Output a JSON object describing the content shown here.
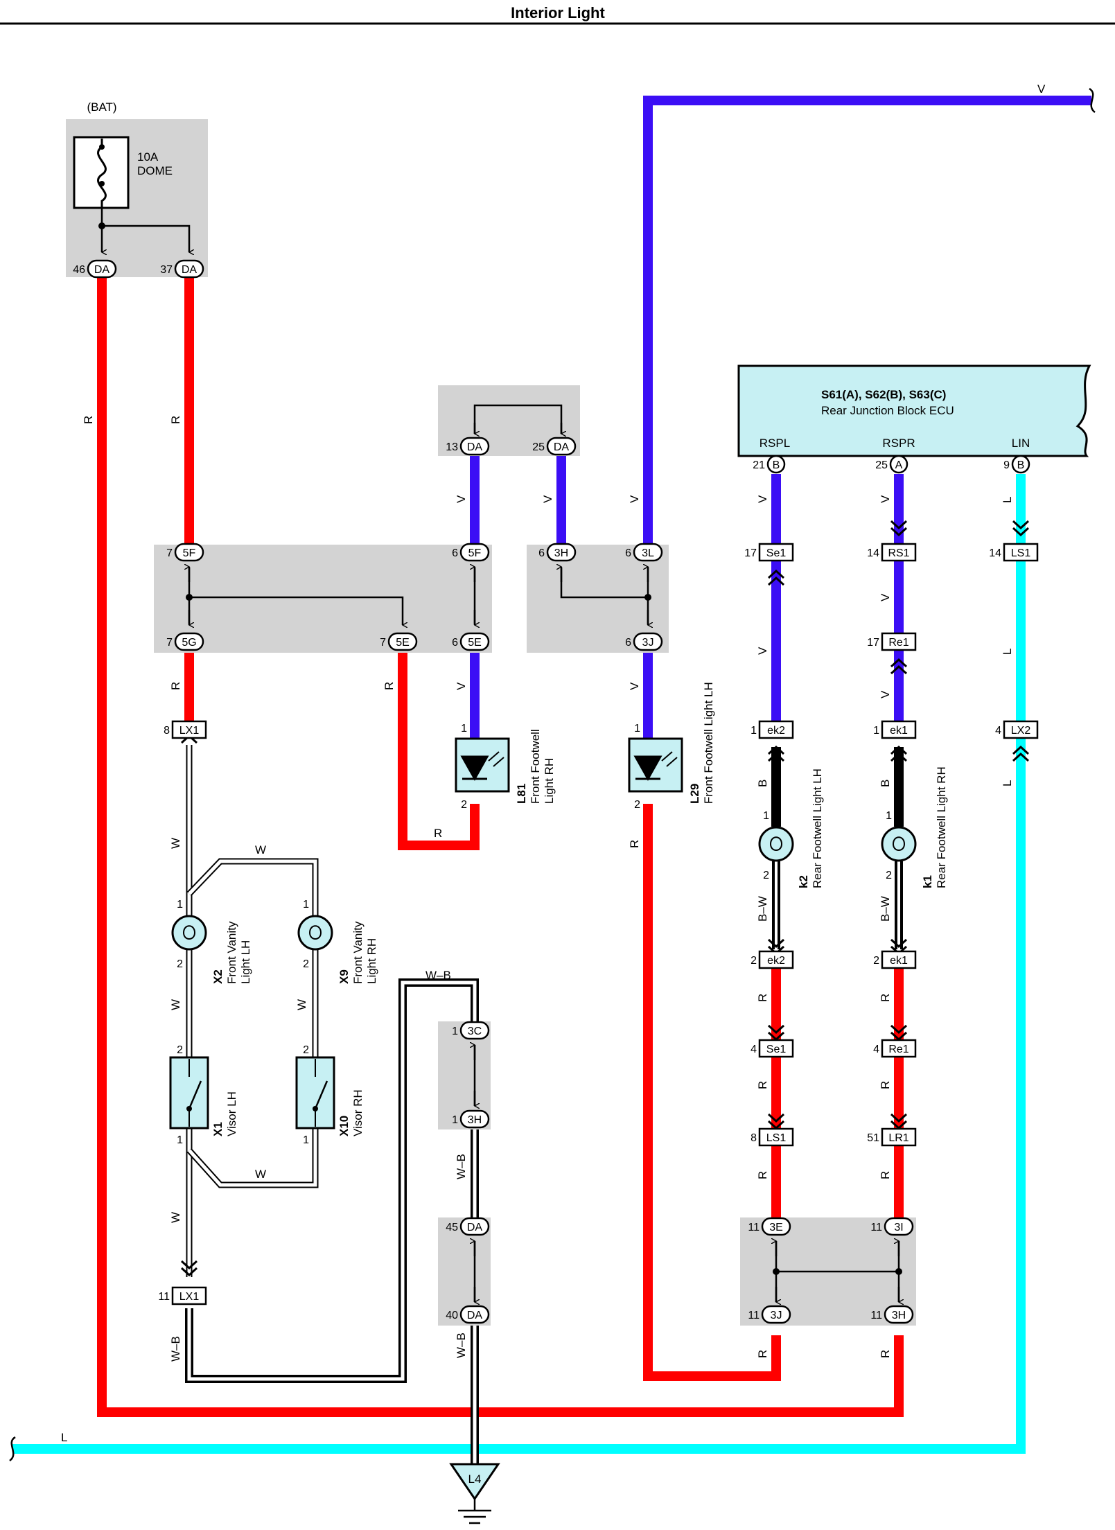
{
  "title": "Interior Light",
  "colors": {
    "red": "#ff0000",
    "violet": "#3b0ef5",
    "light_blue": "#00ffff",
    "shaded_block": "#d3d3d3",
    "ecu_fill": "#c7f0f3",
    "component_fill": "#c7f0f3"
  },
  "wire_labels": {
    "red": "R",
    "violet": "V",
    "light_blue": "L",
    "white": "W",
    "white_black": "W–B",
    "black": "B",
    "black_white": "B–W"
  },
  "fuse": {
    "source": "(BAT)",
    "rating": "10A",
    "name": "DOME"
  },
  "ecu": {
    "ids": "S61(A), S62(B), S63(C)",
    "name": "Rear Junction Block ECU",
    "pins": [
      "RSPL",
      "RSPR",
      "LIN"
    ]
  },
  "components": {
    "l81": {
      "id": "L81",
      "name": "Front Footwell Light RH",
      "line1": "Front Footwell",
      "line2": "Light RH"
    },
    "l29": {
      "id": "L29",
      "name": "Front Footwell Light LH"
    },
    "k2": {
      "id": "k2",
      "name": "Rear Footwell Light LH"
    },
    "k1": {
      "id": "k1",
      "name": "Rear Footwell Light RH"
    },
    "x2": {
      "id": "X2",
      "line1": "Front Vanity",
      "line2": "Light LH"
    },
    "x9": {
      "id": "X9",
      "line1": "Front Vanity",
      "line2": "Light RH"
    },
    "x1": {
      "id": "X1",
      "name": "Visor LH"
    },
    "x10": {
      "id": "X10",
      "name": "Visor RH"
    },
    "ground": {
      "id": "L4"
    }
  },
  "connectors": {
    "da46": {
      "pin": "46",
      "code": "DA"
    },
    "da37": {
      "pin": "37",
      "code": "DA"
    },
    "da13": {
      "pin": "13",
      "code": "DA"
    },
    "da25": {
      "pin": "25",
      "code": "DA"
    },
    "f5_7": {
      "pin": "7",
      "code": "5F"
    },
    "f5_6": {
      "pin": "6",
      "code": "5F"
    },
    "h3_6": {
      "pin": "6",
      "code": "3H"
    },
    "l3_6": {
      "pin": "6",
      "code": "3L"
    },
    "g5_7": {
      "pin": "7",
      "code": "5G"
    },
    "e5_7": {
      "pin": "7",
      "code": "5E"
    },
    "e5_6": {
      "pin": "6",
      "code": "5E"
    },
    "j3_6": {
      "pin": "6",
      "code": "3J"
    },
    "ecu_b21": {
      "pin": "21",
      "code": "B"
    },
    "ecu_a25": {
      "pin": "25",
      "code": "A"
    },
    "ecu_b9": {
      "pin": "9",
      "code": "B"
    },
    "se1_17": {
      "pin": "17",
      "code": "Se1"
    },
    "rs1_14": {
      "pin": "14",
      "code": "RS1"
    },
    "ls1_14": {
      "pin": "14",
      "code": "LS1"
    },
    "re1_17": {
      "pin": "17",
      "code": "Re1"
    },
    "lx1_8": {
      "pin": "8",
      "code": "LX1"
    },
    "ek2_1": {
      "pin": "1",
      "code": "ek2"
    },
    "ek1_1": {
      "pin": "1",
      "code": "ek1"
    },
    "lx2_4": {
      "pin": "4",
      "code": "LX2"
    },
    "ek2_2": {
      "pin": "2",
      "code": "ek2"
    },
    "ek1_2": {
      "pin": "2",
      "code": "ek1"
    },
    "c3_1": {
      "pin": "1",
      "code": "3C"
    },
    "se1_4": {
      "pin": "4",
      "code": "Se1"
    },
    "re1_4": {
      "pin": "4",
      "code": "Re1"
    },
    "h3_1": {
      "pin": "1",
      "code": "3H"
    },
    "ls1_8": {
      "pin": "8",
      "code": "LS1"
    },
    "lr1_51": {
      "pin": "51",
      "code": "LR1"
    },
    "da45": {
      "pin": "45",
      "code": "DA"
    },
    "e3_11": {
      "pin": "11",
      "code": "3E"
    },
    "i3_11": {
      "pin": "11",
      "code": "3I"
    },
    "lx1_11": {
      "pin": "11",
      "code": "LX1"
    },
    "da40": {
      "pin": "40",
      "code": "DA"
    },
    "j3_11": {
      "pin": "11",
      "code": "3J"
    },
    "h3_11": {
      "pin": "11",
      "code": "3H"
    }
  },
  "pin_numbers": {
    "p1": "1",
    "p2": "2"
  }
}
